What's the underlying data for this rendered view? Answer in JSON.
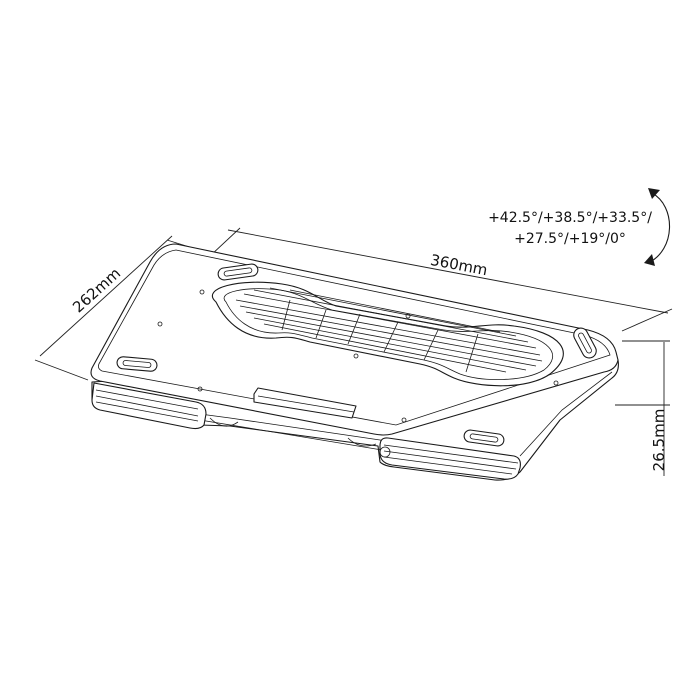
{
  "dimensions": {
    "width": "360mm",
    "depth": "262mm",
    "height": "26.5mm"
  },
  "tilt_angles": {
    "line1": "+42.5°/+38.5°/+33.5°/",
    "line2": "+27.5°/+19°/0°"
  },
  "icons": {
    "rotation": "rotation-arrow-icon"
  }
}
